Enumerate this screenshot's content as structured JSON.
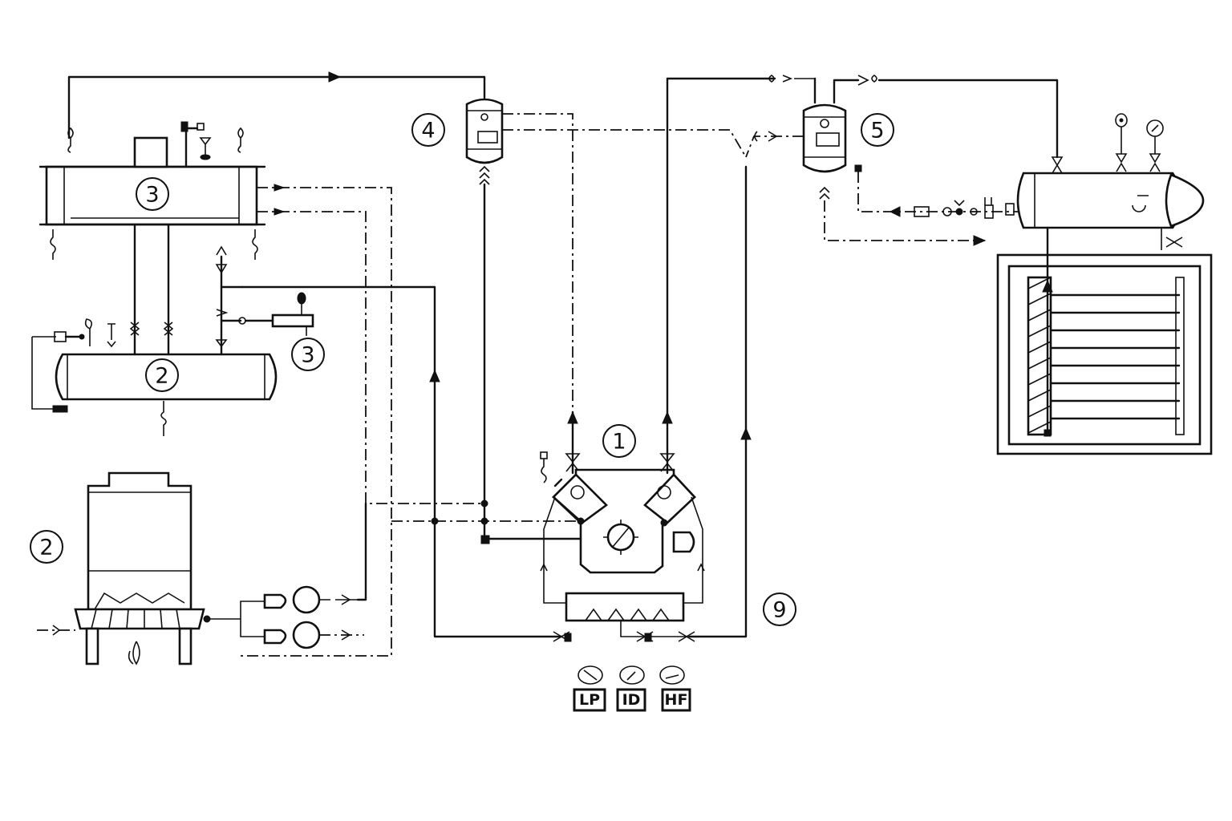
{
  "callouts": {
    "compressor": "1",
    "cooling_tower": "2",
    "receiver": "2",
    "condenser": "3",
    "filter_drier": "3",
    "separator_left": "4",
    "separator_right": "5",
    "return_line": "9"
  },
  "gauges": [
    {
      "label": "LP"
    },
    {
      "label": "ID"
    },
    {
      "label": "HF"
    }
  ]
}
